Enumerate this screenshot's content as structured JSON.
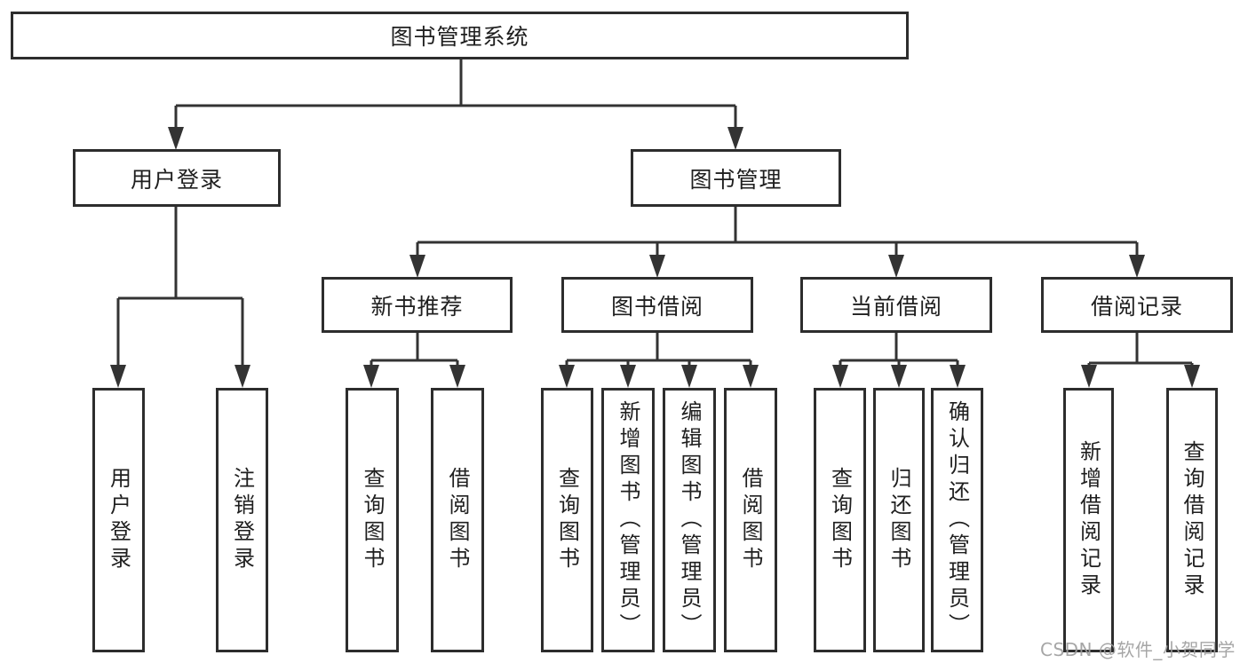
{
  "page": {
    "background": "#ffffff",
    "watermark": "CSDN @软件_小贺同学",
    "colors": {
      "line": "#333333",
      "box_border": "#2d2d2d",
      "text": "#1f1f1f",
      "watermark": "#9e9e9e"
    }
  },
  "tree": {
    "root": {
      "label": "图书管理系统"
    },
    "branches": [
      {
        "label": "用户登录",
        "children": [
          {
            "label": "用户登录"
          },
          {
            "label": "注销登录"
          }
        ]
      },
      {
        "label": "图书管理",
        "groups": [
          {
            "label": "新书推荐",
            "children": [
              {
                "label": "查询图书"
              },
              {
                "label": "借阅图书"
              }
            ]
          },
          {
            "label": "图书借阅",
            "children": [
              {
                "label": "查询图书"
              },
              {
                "label": "新增图书（管理员）"
              },
              {
                "label": "编辑图书（管理员）"
              },
              {
                "label": "借阅图书"
              }
            ]
          },
          {
            "label": "当前借阅",
            "children": [
              {
                "label": "查询图书"
              },
              {
                "label": "归还图书"
              },
              {
                "label": "确认归还（管理员）"
              }
            ]
          },
          {
            "label": "借阅记录",
            "children": [
              {
                "label": "新增借阅记录"
              },
              {
                "label": "查询借阅记录"
              }
            ]
          }
        ]
      }
    ]
  }
}
